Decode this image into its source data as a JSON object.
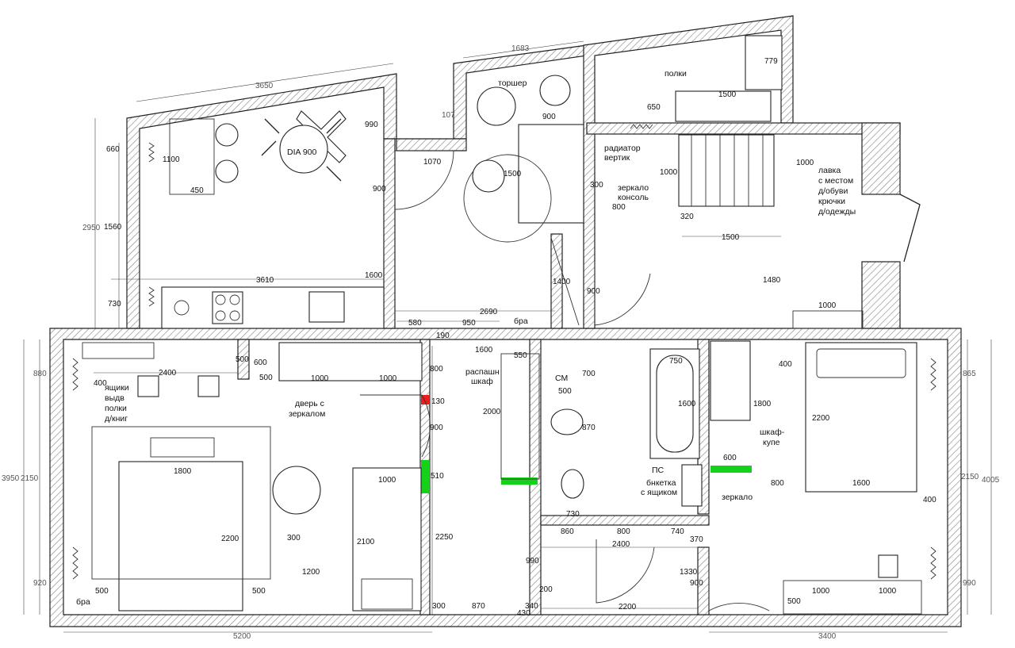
{
  "labels": {
    "torsher": "торшер",
    "polki": "полки",
    "radiator_1": "радиатор",
    "radiator_2": "вертик",
    "mirror_console_1": "зеркало",
    "mirror_console_2": "консоль",
    "bench_1": "лавка",
    "bench_2": "с местом",
    "bench_3": "д/обуви",
    "bench_4": "крючки",
    "bench_5": "д/одежды",
    "dia": "DIA 900",
    "drawers_1": "ящики",
    "drawers_2": "выдв",
    "drawers_3": "полки",
    "drawers_4": "д/книг",
    "door_mirror_1": "дверь с",
    "door_mirror_2": "зеркалом",
    "swing_wardrobe_1": "распашн",
    "swing_wardrobe_2": "шкаф",
    "cm": "СМ",
    "ps": "ПС",
    "cabinet_1": "бнкетка",
    "cabinet_2": "с ящиком",
    "mirror": "зеркало",
    "coupe_1": "шкаф-",
    "coupe_2": "купе",
    "bra_1": "бра",
    "bra_2": "бра"
  },
  "dims": {
    "d3650": "3650",
    "d1683": "1683",
    "d107": "107",
    "d990a": "990",
    "d779": "779",
    "d1500a": "1500",
    "d650": "650",
    "d900a": "900",
    "d660": "660",
    "d1100": "1100",
    "d450": "450",
    "d1070": "1070",
    "d900b": "900",
    "d1500b": "1500",
    "d300a": "300",
    "d800a": "800",
    "d1000a": "1000",
    "d320": "320",
    "d1000b": "1000",
    "d2950": "2950",
    "d1560": "1560",
    "d1600a": "1600",
    "d1500c": "1500",
    "d1480": "1480",
    "d3610": "3610",
    "d1400": "1400",
    "d900c": "900",
    "d730a": "730",
    "d1000c": "1000",
    "d2690": "2690",
    "d580": "580",
    "d950": "950",
    "d190": "190",
    "d1600b": "1600",
    "d550": "550",
    "d880": "880",
    "d500a": "500",
    "d600a": "600",
    "d2400a": "2400",
    "d500b": "500",
    "d1000d": "1000",
    "d1000e": "1000",
    "d800b": "800",
    "d400a": "400",
    "d700": "700",
    "d500c": "500",
    "d750": "750",
    "d1800a": "1800",
    "d400b": "400",
    "d865": "865",
    "d130": "130",
    "d2000": "2000",
    "d870a": "870",
    "d1600c": "1600",
    "d2200a": "2200",
    "d900d": "900",
    "d3950": "3950",
    "d2150a": "2150",
    "d1800b": "1800",
    "d510": "510",
    "d1000f": "1000",
    "d600b": "600",
    "d800c": "800",
    "d1600d": "1600",
    "d2150b": "2150",
    "d4005": "4005",
    "d400c": "400",
    "d730b": "730",
    "d860": "860",
    "d800d": "800",
    "d740": "740",
    "d370": "370",
    "d2200b": "2200",
    "d300b": "300",
    "d2250": "2250",
    "d2400b": "2400",
    "d990b": "990",
    "d2100": "2100",
    "d1200": "1200",
    "d1330": "1330",
    "d900e": "900",
    "d920": "920",
    "d500d": "500",
    "d500e": "500",
    "d200": "200",
    "d1000g": "1000",
    "d1000h": "1000",
    "d990c": "990",
    "d300c": "300",
    "d870b": "870",
    "d340": "340",
    "d430": "430",
    "d2200c": "2200",
    "d500f": "500",
    "d5200": "5200",
    "d3400": "3400"
  },
  "colors": {
    "wall": "#9a9a9a",
    "green_marker": "#16d11a",
    "red_marker": "#ee1c1c"
  }
}
